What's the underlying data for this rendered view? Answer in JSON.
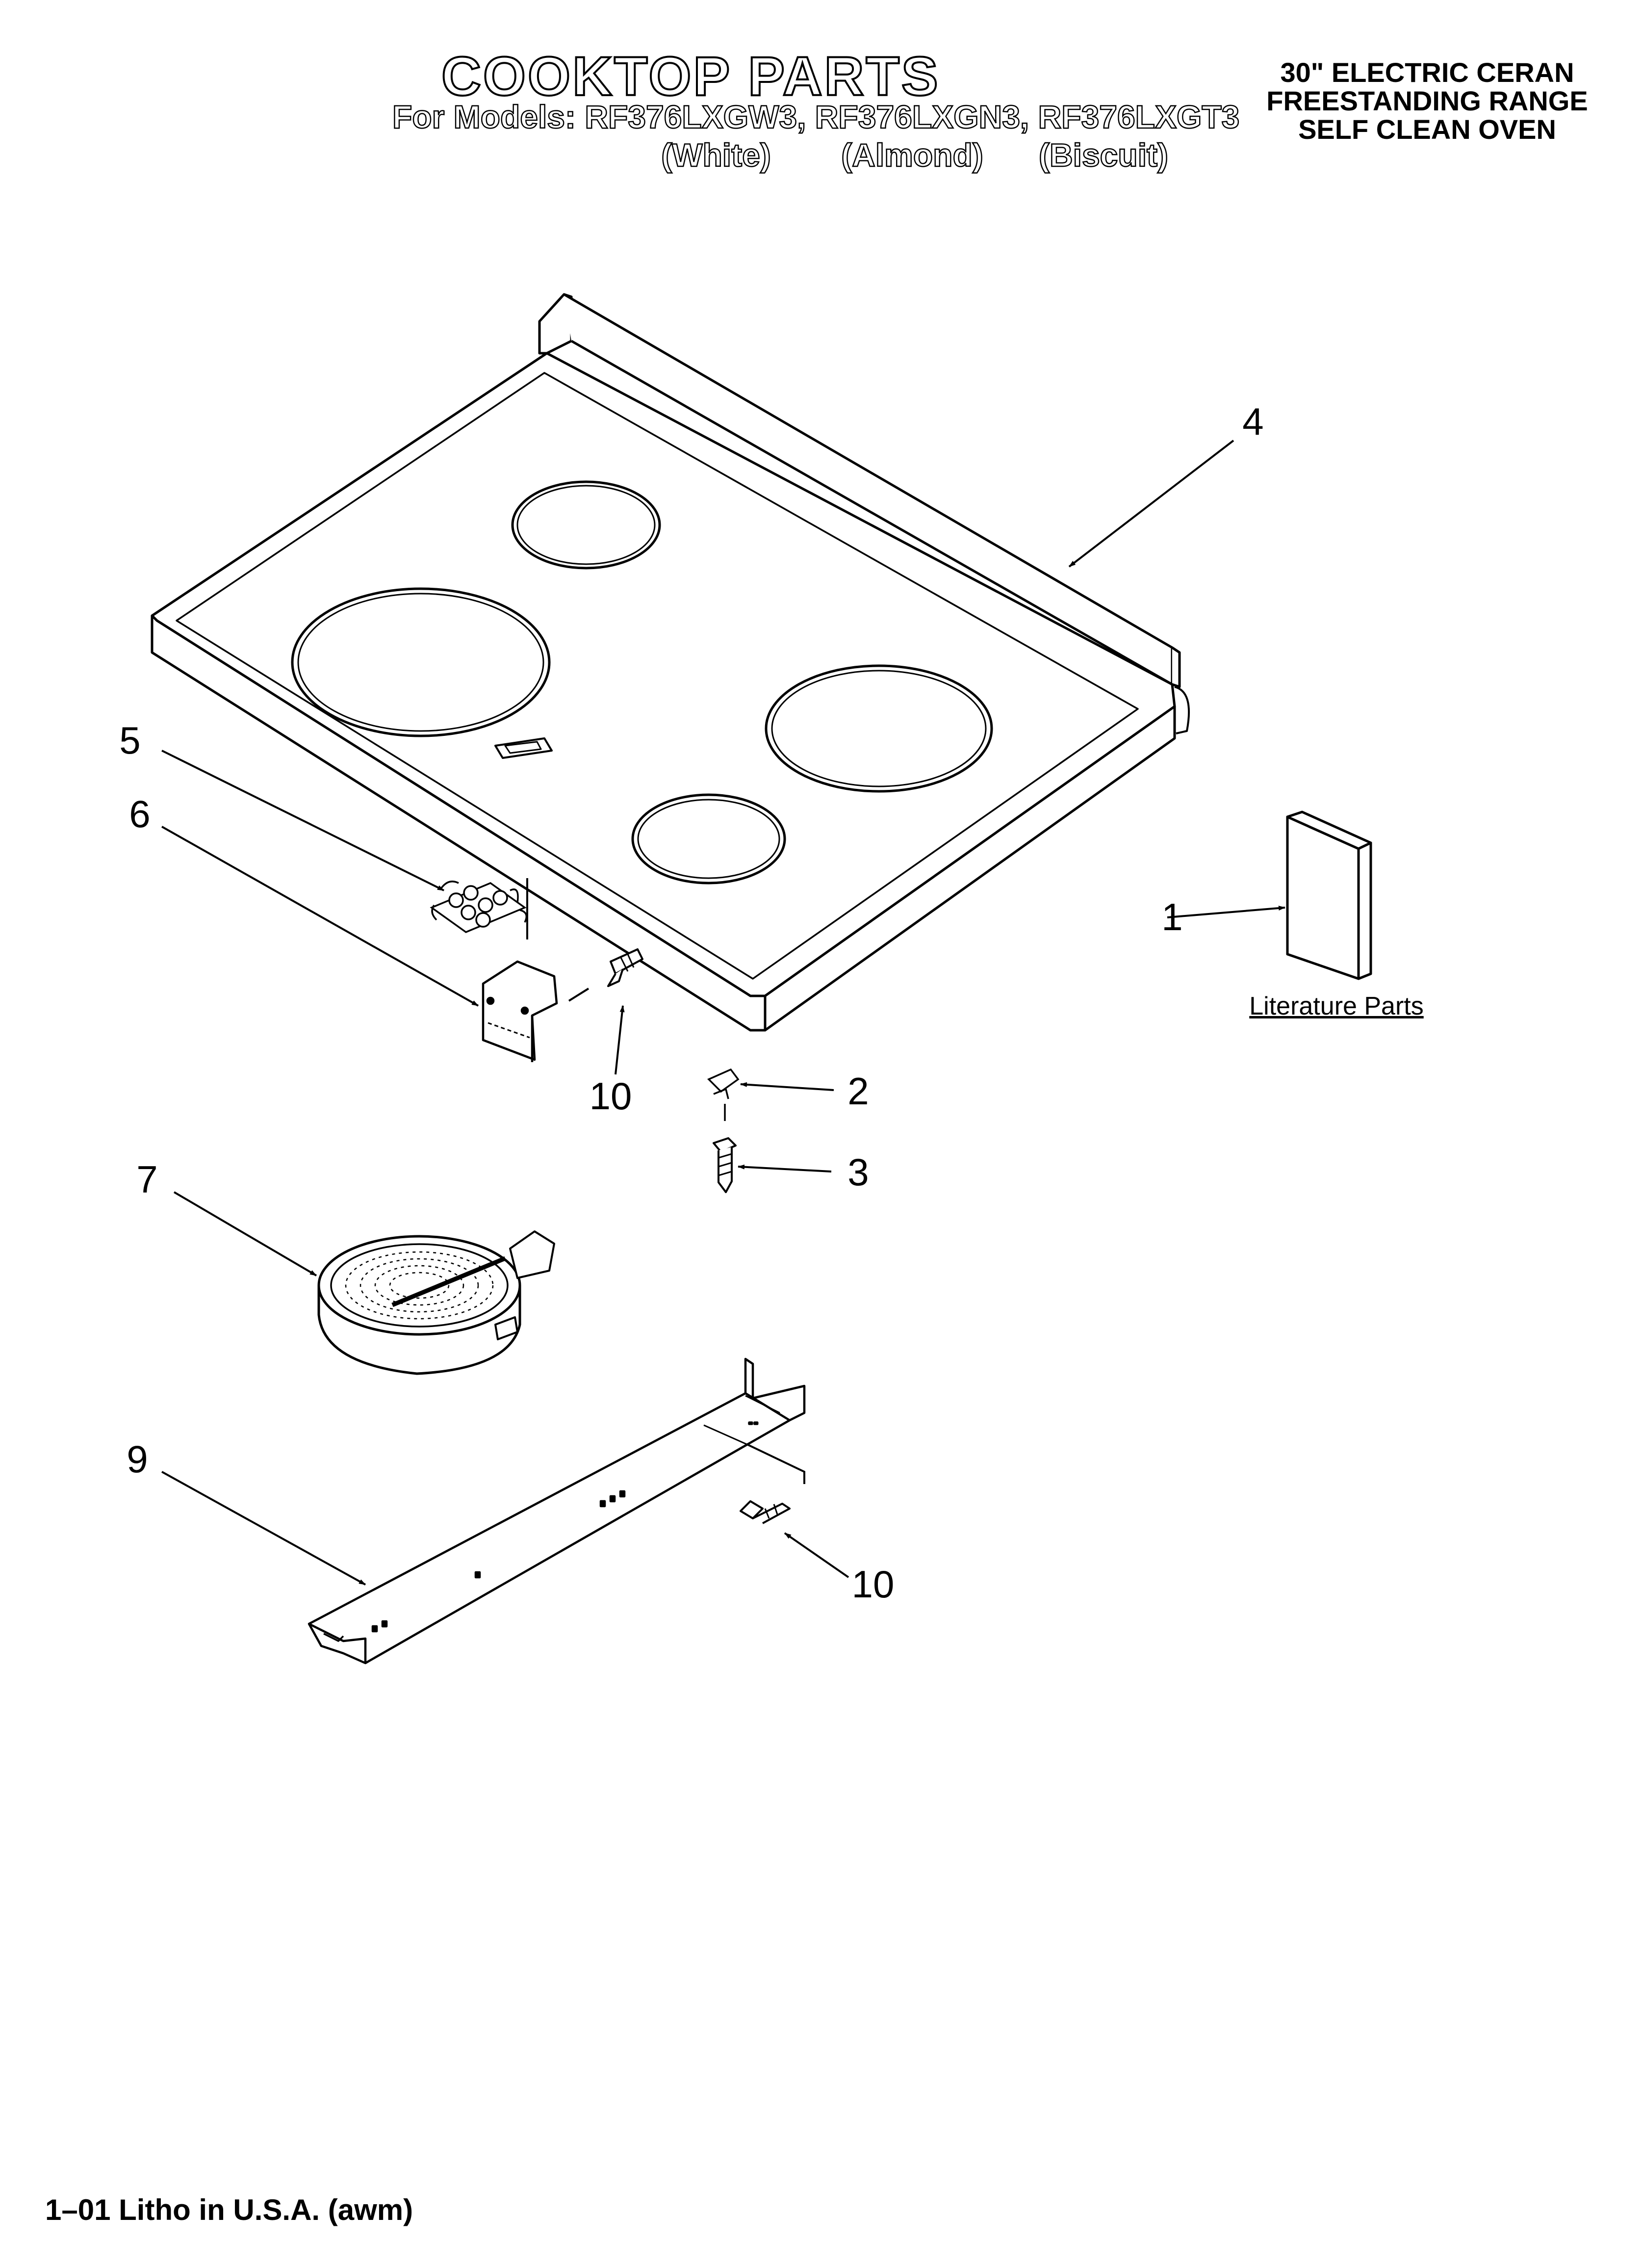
{
  "header": {
    "title": "COOKTOP PARTS",
    "models_line": "For Models: RF376LXGW3, RF376LXGN3, RF376LXGT3",
    "colors": [
      "(White)",
      "(Almond)",
      "(Biscuit)"
    ],
    "product_lines": [
      "30\" ELECTRIC CERAN",
      "FREESTANDING RANGE",
      "SELF CLEAN OVEN"
    ]
  },
  "literature_label": "Literature Parts",
  "callouts": {
    "c1": "1",
    "c2": "2",
    "c3": "3",
    "c4": "4",
    "c5": "5",
    "c6": "6",
    "c7": "7",
    "c9": "9",
    "c10a": "10",
    "c10b": "10"
  },
  "footer": "1–01 Litho in U.S.A. (awm)",
  "icons": {
    "cooktop": "cooktop-glass-icon",
    "booklet": "literature-booklet-icon",
    "screw": "screw-icon",
    "clip": "clip-icon",
    "terminal_block": "terminal-block-icon",
    "bracket": "bracket-icon",
    "heating_element": "radiant-heating-element-icon",
    "support_bar": "support-bar-icon"
  }
}
